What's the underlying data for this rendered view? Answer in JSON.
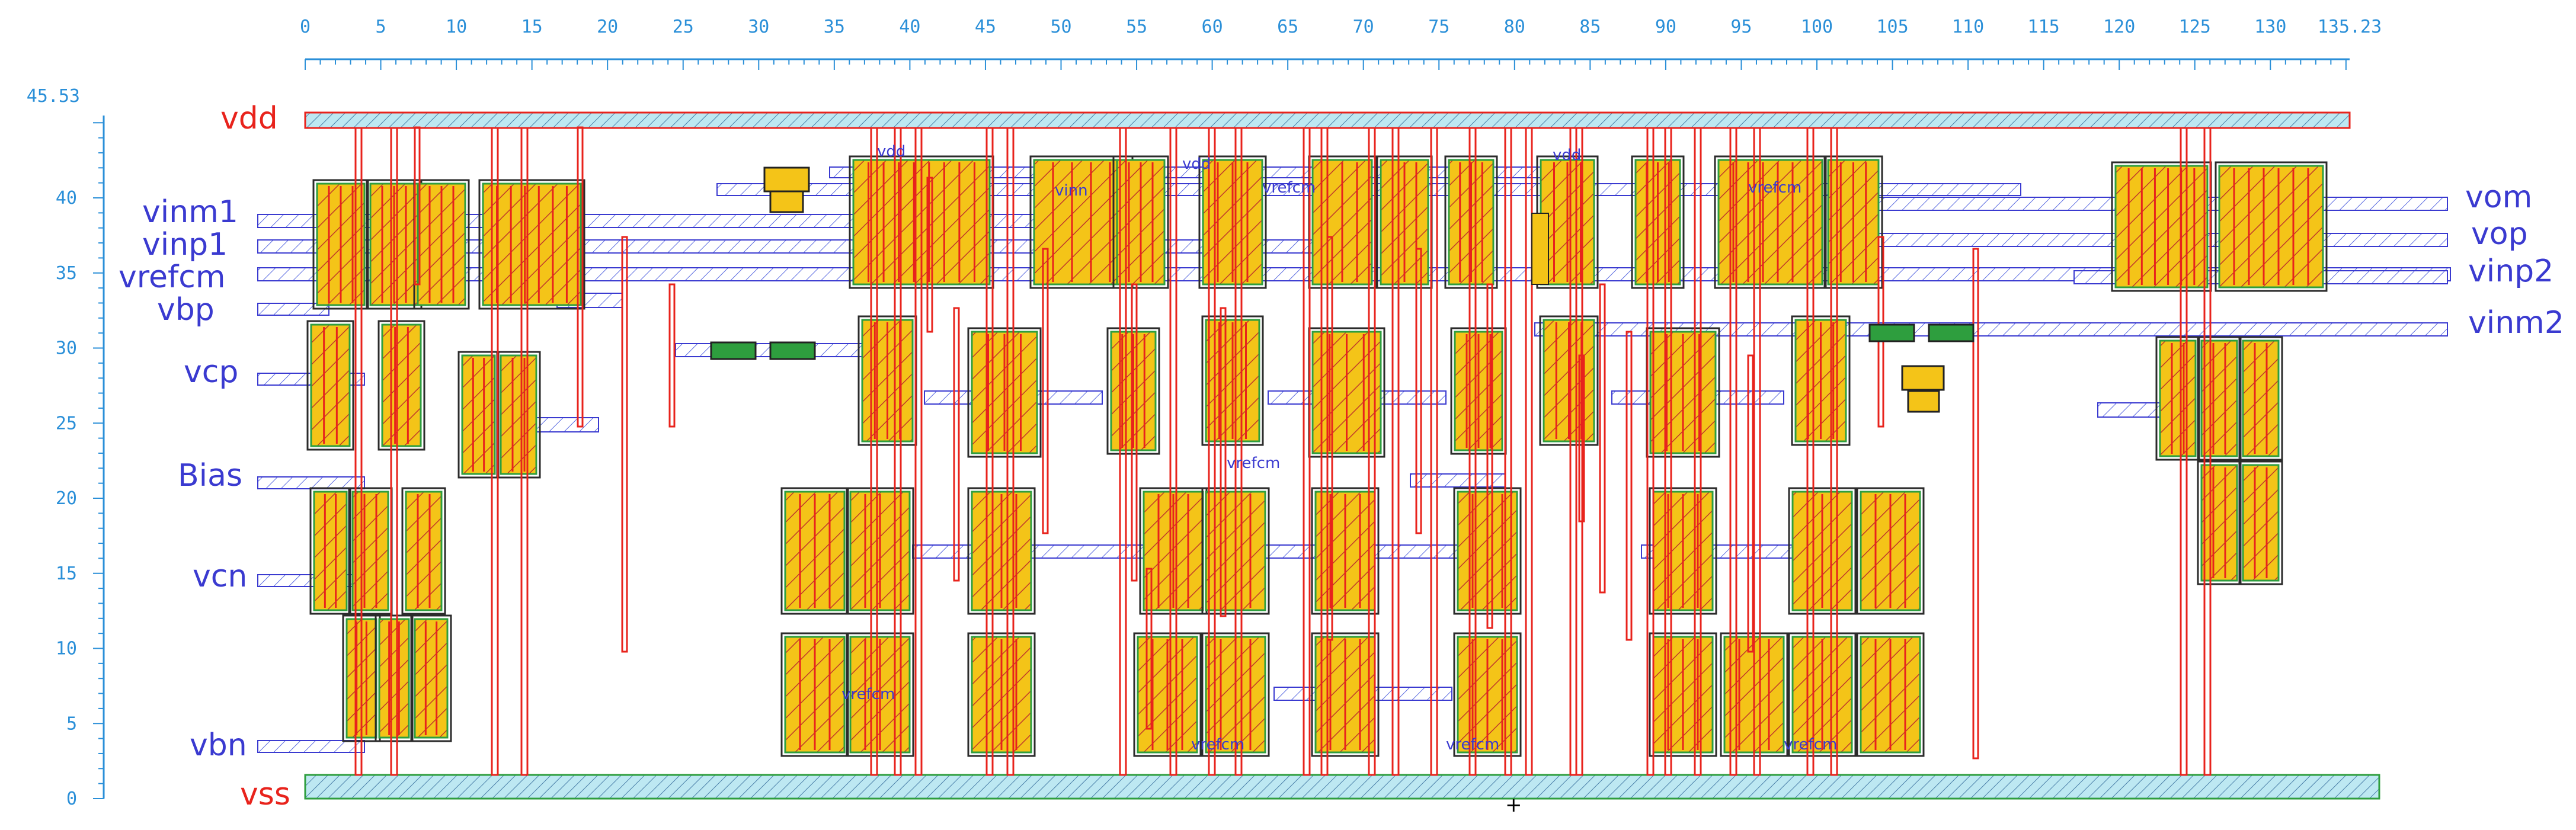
{
  "colors": {
    "background": "#ffffff",
    "ruler": "#2a8fd8",
    "power_label": "#e8231c",
    "pin_label": "#3a3ad0",
    "device_fill": "#f4c418",
    "device_outline": "#2b2b2b",
    "metal1": "#e8231c",
    "metal2": "#3a3ad0",
    "rail_fill": "#aee3ef",
    "well_green": "#2e9e3e"
  },
  "ruler": {
    "x_ticks": [
      "0",
      "5",
      "10",
      "15",
      "20",
      "25",
      "30",
      "35",
      "40",
      "45",
      "50",
      "55",
      "60",
      "65",
      "70",
      "75",
      "80",
      "85",
      "90",
      "95",
      "100",
      "105",
      "110",
      "115",
      "120",
      "125",
      "130"
    ],
    "x_max_label": "135.23",
    "y_ticks": [
      "0",
      "5",
      "10",
      "15",
      "20",
      "25",
      "30",
      "35",
      "40"
    ],
    "y_max_label": "45.53"
  },
  "rails": {
    "vdd": "vdd",
    "vss": "vss"
  },
  "pins_left": [
    {
      "key": "vinm1",
      "label": "vinm1"
    },
    {
      "key": "vinp1",
      "label": "vinp1"
    },
    {
      "key": "vrefcm",
      "label": "vrefcm"
    },
    {
      "key": "vbp",
      "label": "vbp"
    },
    {
      "key": "vcp",
      "label": "vcp"
    },
    {
      "key": "bias",
      "label": "Bias"
    },
    {
      "key": "vcn",
      "label": "vcn"
    },
    {
      "key": "vbn",
      "label": "vbn"
    }
  ],
  "pins_right": [
    {
      "key": "vom",
      "label": "vom"
    },
    {
      "key": "vop",
      "label": "vop"
    },
    {
      "key": "vinp2",
      "label": "vinp2"
    },
    {
      "key": "vinm2",
      "label": "vinm2"
    }
  ]
}
